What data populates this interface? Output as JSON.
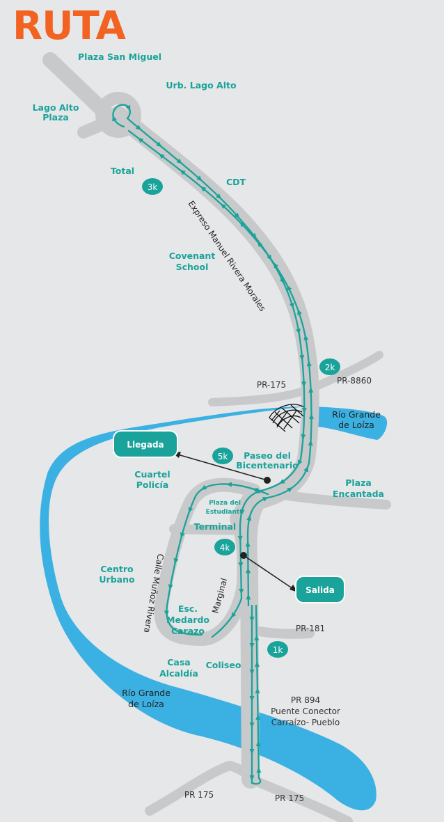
{
  "title": "RUTA",
  "colors": {
    "background": "#e6e7e8",
    "road": "#c8c9ca",
    "river": "#3bb1e3",
    "route": "#1aa39a",
    "title": "#f26322",
    "arrow": "#222222"
  },
  "places": {
    "plaza_san_miguel": "Plaza San Miguel",
    "urb_lago_alto": "Urb. Lago Alto",
    "lago_alto_plaza_1": "Lago Alto",
    "lago_alto_plaza_2": "Plaza",
    "total": "Total",
    "cdt": "CDT",
    "covenant_1": "Covenant",
    "covenant_2": "School",
    "paseo_1": "Paseo del",
    "paseo_2": "Bicentenario",
    "cuartel_1": "Cuartel",
    "cuartel_2": "Policía",
    "plaza_estudiante_1": "Plaza del",
    "plaza_estudiante_2": "Estudiante",
    "terminal": "Terminal",
    "plaza_encantada_1": "Plaza",
    "plaza_encantada_2": "Encantada",
    "centro_urbano_1": "Centro",
    "centro_urbano_2": "Urbano",
    "esc_1": "Esc.",
    "esc_2": "Medardo",
    "esc_3": "Carazo",
    "casa_alcaldia_1": "Casa",
    "casa_alcaldia_2": "Alcaldía",
    "coliseo": "Coliseo"
  },
  "streets": {
    "expreso": "Expreso Manuel Rivera Morales",
    "pr175_top": "PR-175",
    "pr8860": "PR-8860",
    "calle_munoz": "Calle Muñoz Rivera",
    "marginal": "Marginal",
    "pr181": "PR-181",
    "pr894_1": "PR 894",
    "pr894_2": "Puente Conector",
    "pr894_3": "Carraízo- Pueblo",
    "pr175_bottom_left": "PR 175",
    "pr175_bottom_right": "PR 175"
  },
  "rivers": {
    "top_1": "Río Grande",
    "top_2": "de Loíza",
    "bottom_1": "Río Grande",
    "bottom_2": "de Loíza"
  },
  "km_markers": [
    "1k",
    "2k",
    "3k",
    "4k",
    "5k"
  ],
  "finish_label": "Llegada",
  "start_label": "Salida"
}
